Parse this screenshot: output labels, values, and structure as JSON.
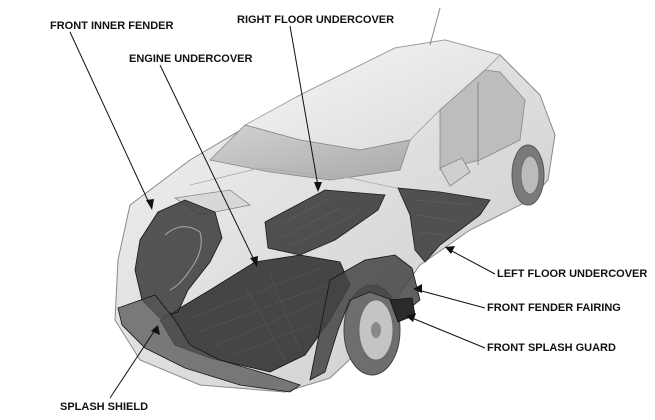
{
  "labels": {
    "front_inner_fender": "FRONT INNER FENDER",
    "right_floor_undercover": "RIGHT FLOOR UNDERCOVER",
    "engine_undercover": "ENGINE UNDERCOVER",
    "left_floor_undercover": "LEFT FLOOR UNDERCOVER",
    "front_fender_fairing": "FRONT FENDER FAIRING",
    "front_splash_guard": "FRONT SPLASH GUARD",
    "splash_shield": "SPLASH SHIELD"
  }
}
